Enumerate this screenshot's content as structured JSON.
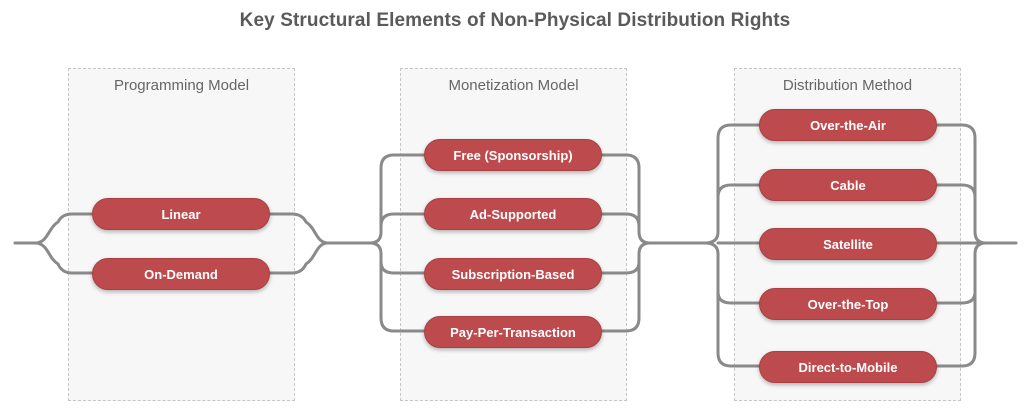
{
  "title": "Key Structural Elements of Non-Physical Distribution Rights",
  "colors": {
    "node_fill": "#bd4b4e",
    "node_text": "#ffffff",
    "connector": "#8a8a8a",
    "group_background": "#f7f7f7",
    "group_border": "#c6c6c6",
    "title_text": "#5a5a5a",
    "group_label_text": "#666666"
  },
  "groups": [
    {
      "label": "Programming Model",
      "items": [
        "Linear",
        "On-Demand"
      ]
    },
    {
      "label": "Monetization Model",
      "items": [
        "Free (Sponsorship)",
        "Ad-Supported",
        "Subscription-Based",
        "Pay-Per-Transaction"
      ]
    },
    {
      "label": "Distribution Method",
      "items": [
        "Over-the-Air",
        "Cable",
        "Satellite",
        "Over-the-Top",
        "Direct-to-Mobile"
      ]
    }
  ]
}
